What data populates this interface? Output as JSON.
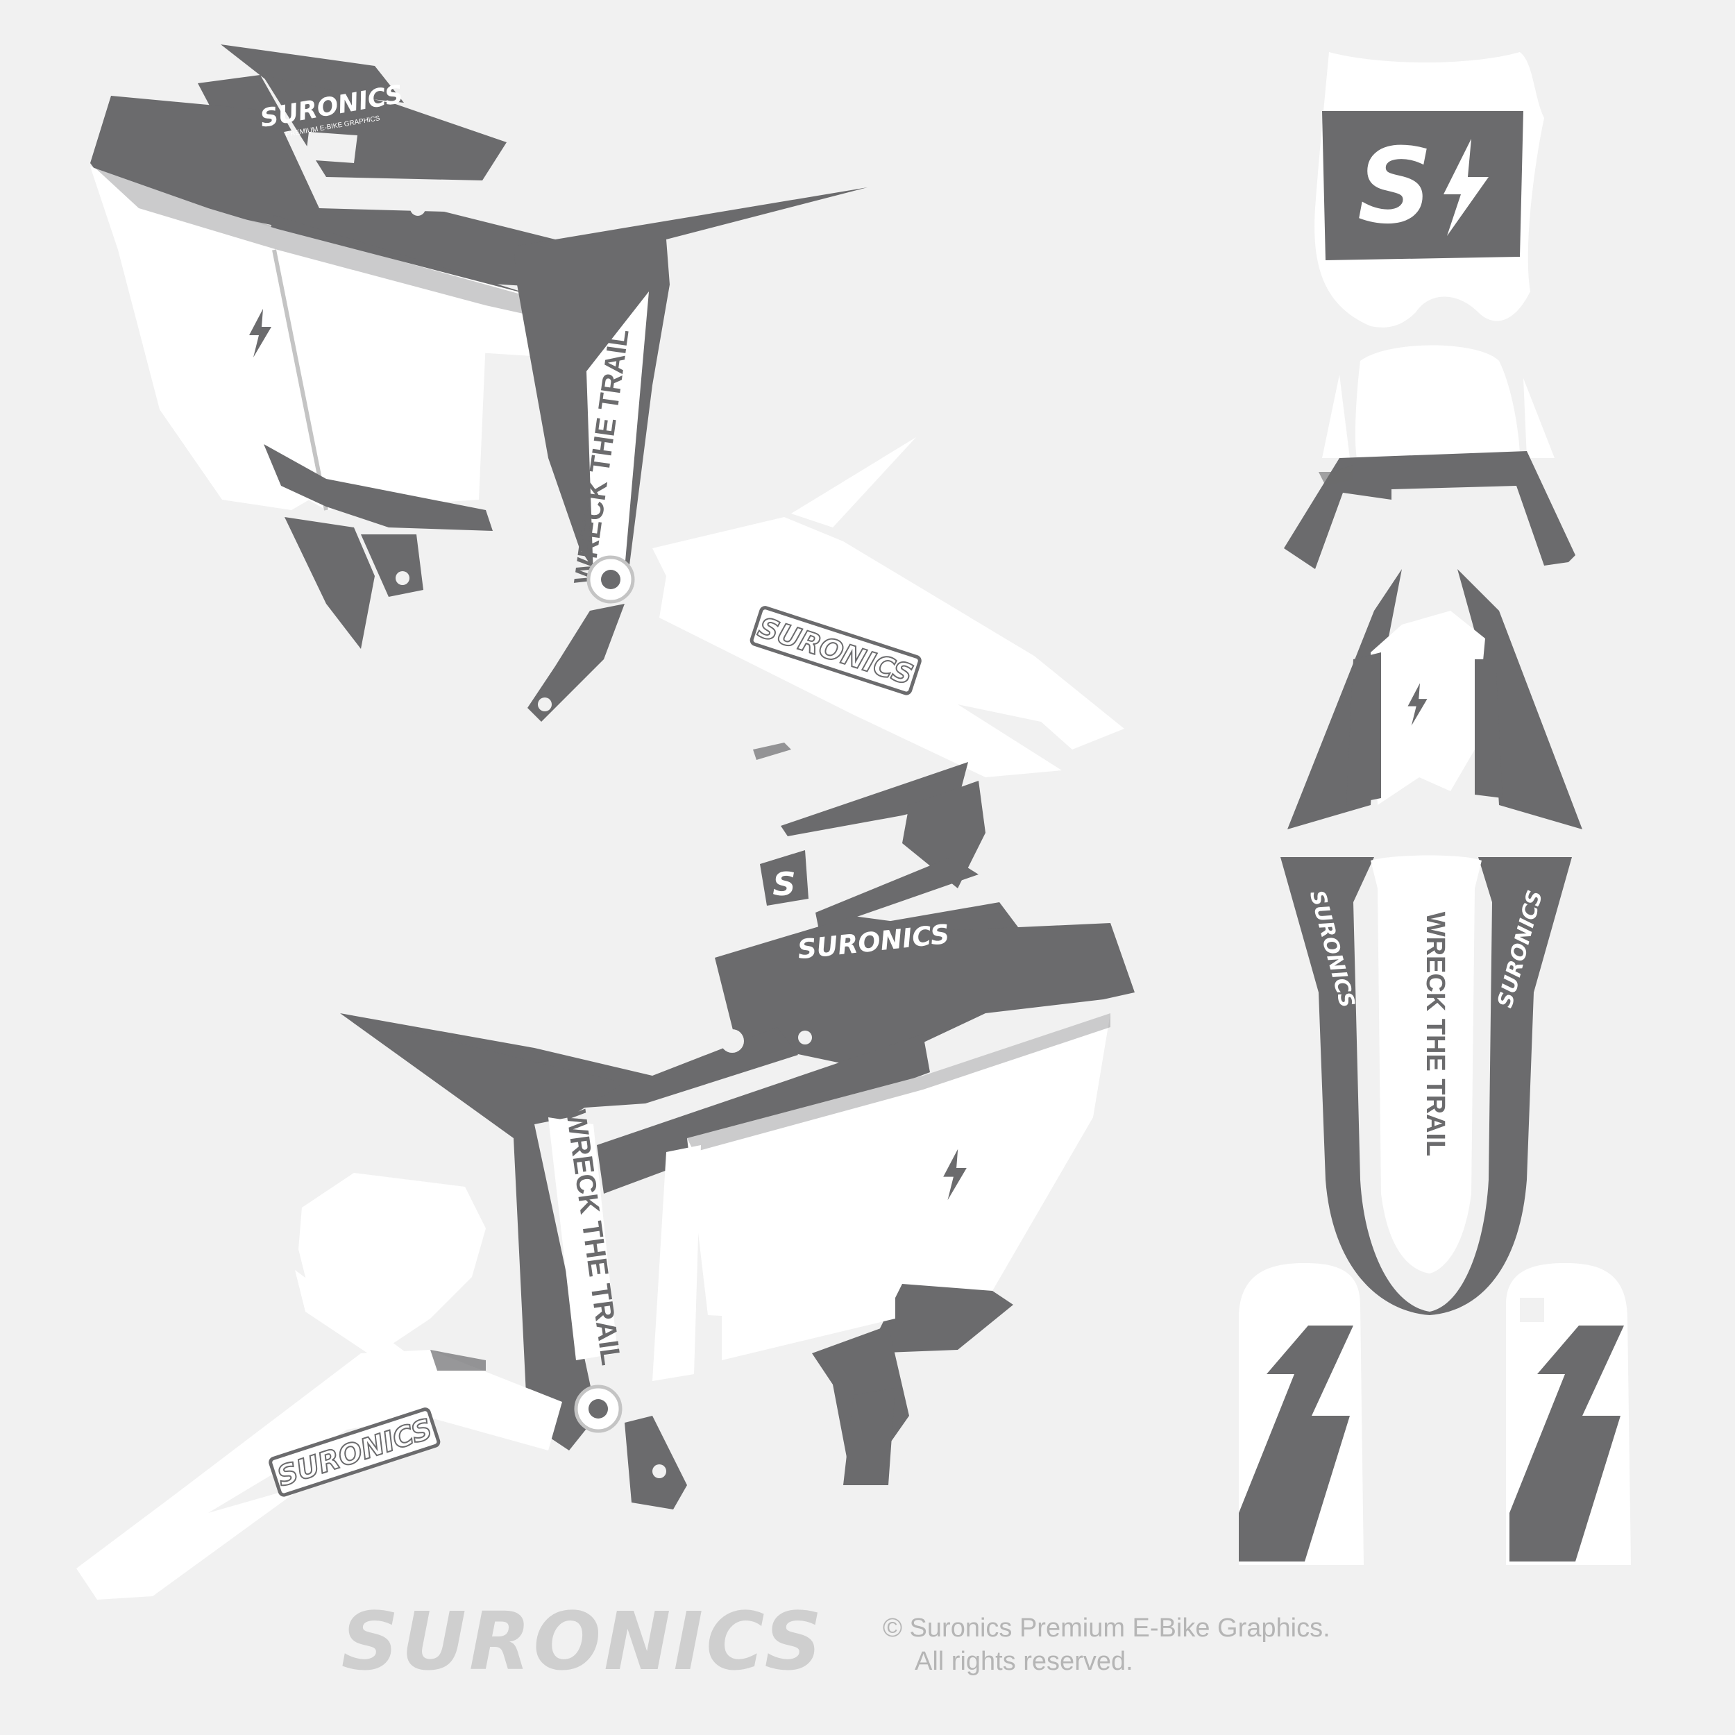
{
  "brand": {
    "name": "SURONICS",
    "tagline": "PREMIUM E-BIKE GRAPHICS",
    "monogram": "S",
    "slogan": "WRECK THE TRAIL"
  },
  "footer": {
    "logo": "SURONICS",
    "copyright_line1": "© Suronics Premium E-Bike Graphics.",
    "copyright_line2": "All rights reserved."
  },
  "colors": {
    "background": "#f1f1f1",
    "dark": "#6b6b6d",
    "white": "#ffffff",
    "outline": "#c4c4c4",
    "footer_logo": "#cfcfcf"
  },
  "icons": [
    "lightning-bolt-icon",
    "s-bolt-monogram-icon"
  ]
}
